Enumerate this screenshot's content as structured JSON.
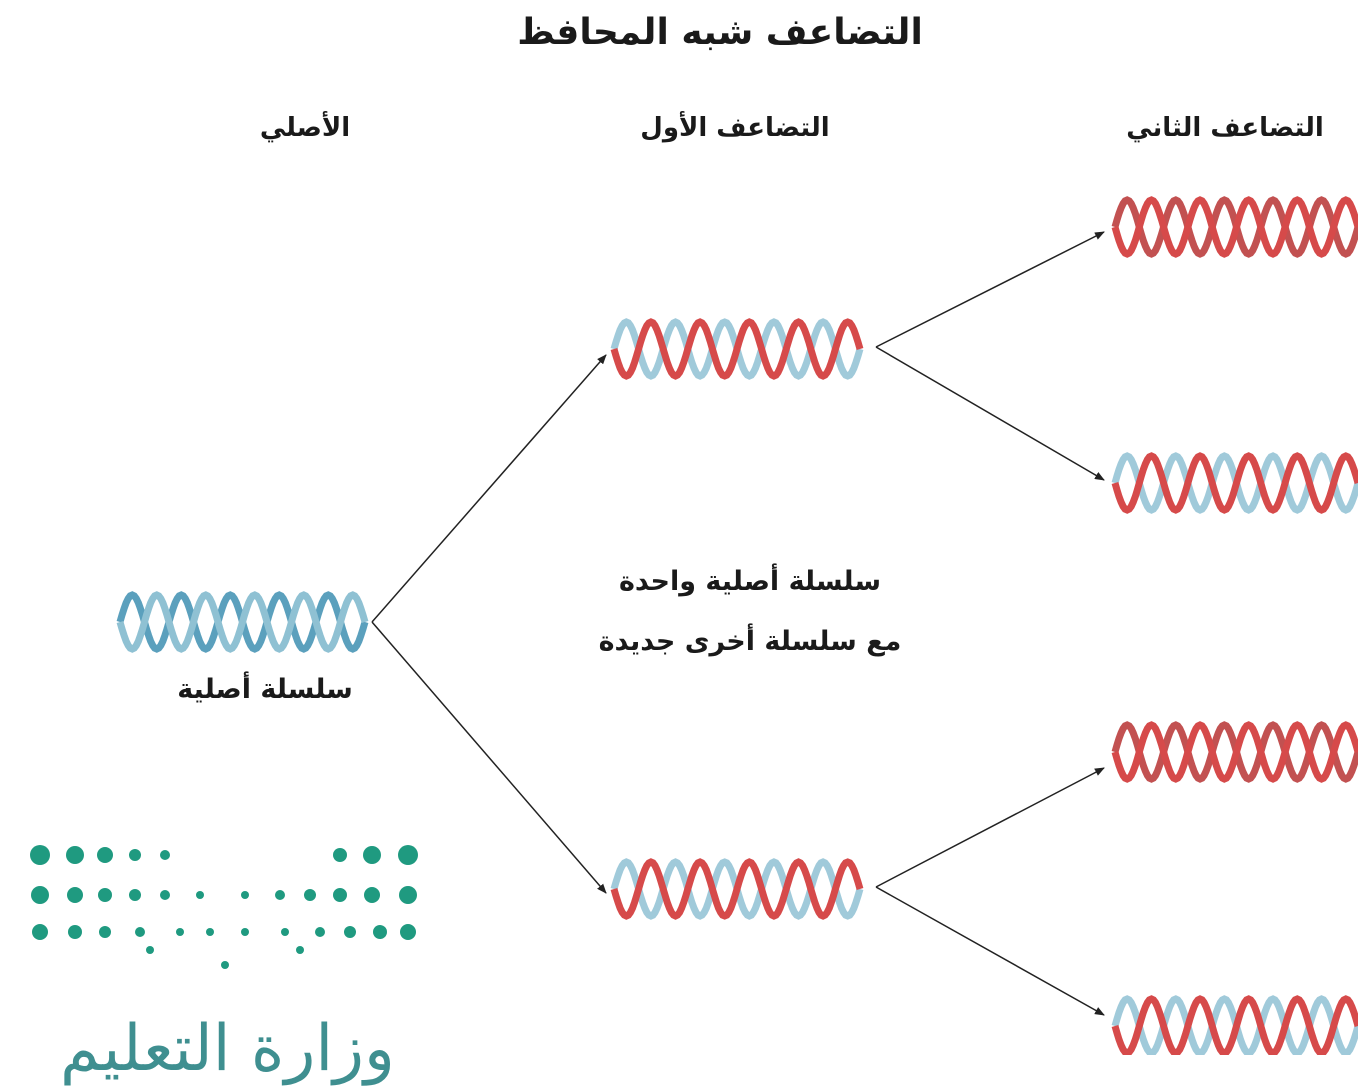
{
  "title": "التضاعف شبه المحافظ",
  "headers": {
    "original": "الأصلي",
    "first": "التضاعف الأول",
    "second": "التضاعف الثاني"
  },
  "labels": {
    "original_strand": "سلسلة أصلية",
    "description_line1": "سلسلة أصلية واحدة",
    "description_line2": "مع سلسلة أخرى جديدة"
  },
  "colors": {
    "original_strand": "#8fc1d3",
    "original_strand_back": "#3e8fb2",
    "new_strand": "#d64a4a",
    "new_strand_back": "#b73333",
    "arrow": "#222222",
    "logo": "#1f9a80"
  },
  "logo": {
    "text": "وزارة التعليم",
    "icon": "ministry-of-education-logo-icon"
  }
}
